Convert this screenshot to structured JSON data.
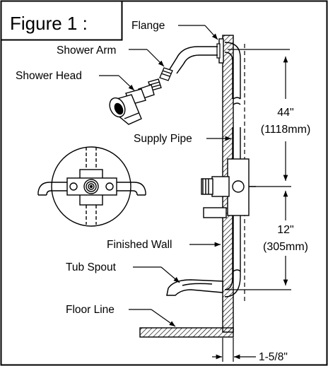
{
  "figure": {
    "title": "Figure 1 :"
  },
  "labels": {
    "flange": "Flange",
    "shower_arm": "Shower Arm",
    "shower_head": "Shower Head",
    "supply_pipe": "Supply Pipe",
    "finished_wall": "Finished Wall",
    "tub_spout": "Tub Spout",
    "floor_line": "Floor Line"
  },
  "dimensions": {
    "upper_value": "44\"",
    "upper_metric": "(1118mm)",
    "lower_value": "12\"",
    "lower_metric": "(305mm)",
    "wall_offset": "1-5/8\""
  },
  "colors": {
    "line": "#000000",
    "background": "#ffffff"
  }
}
